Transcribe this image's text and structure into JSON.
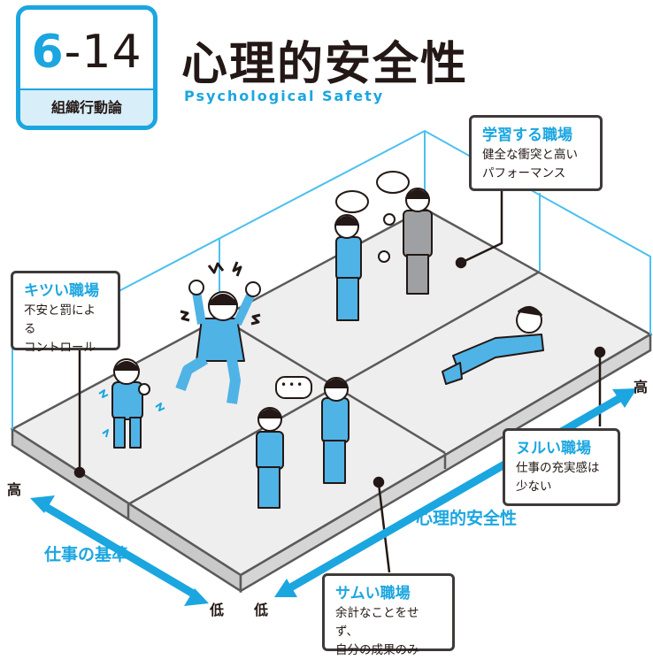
{
  "badge": {
    "major": "6",
    "minor": "-14",
    "category": "組織行動論"
  },
  "title": {
    "jp": "心理的安全性",
    "en": "Psychological Safety"
  },
  "quadrants": {
    "learning": {
      "title": "学習する職場",
      "line1": "健全な衝突と高い",
      "line2": "パフォーマンス"
    },
    "harsh": {
      "title": "キツい職場",
      "line1": "不安と罰による",
      "line2": "コントロール"
    },
    "lukewarm": {
      "title": "ヌルい職場",
      "line1": "仕事の充実感は",
      "line2": "少ない"
    },
    "apathetic": {
      "title": "サムい職場",
      "line1": "余計なことをせず、",
      "line2": "自分の成果のみ"
    }
  },
  "axes": {
    "standard": {
      "title": "仕事の基準",
      "high": "高",
      "low": "低"
    },
    "safety": {
      "title": "心理的安全性",
      "high": "高",
      "low": "低"
    }
  },
  "speech": {
    "dots": "•••"
  },
  "colors": {
    "accent": "#1ba6e0",
    "figure": "#4fb3e6",
    "dark": "#3e3a39",
    "floor": "#e6e6e6",
    "side": "#c9c9c9"
  }
}
